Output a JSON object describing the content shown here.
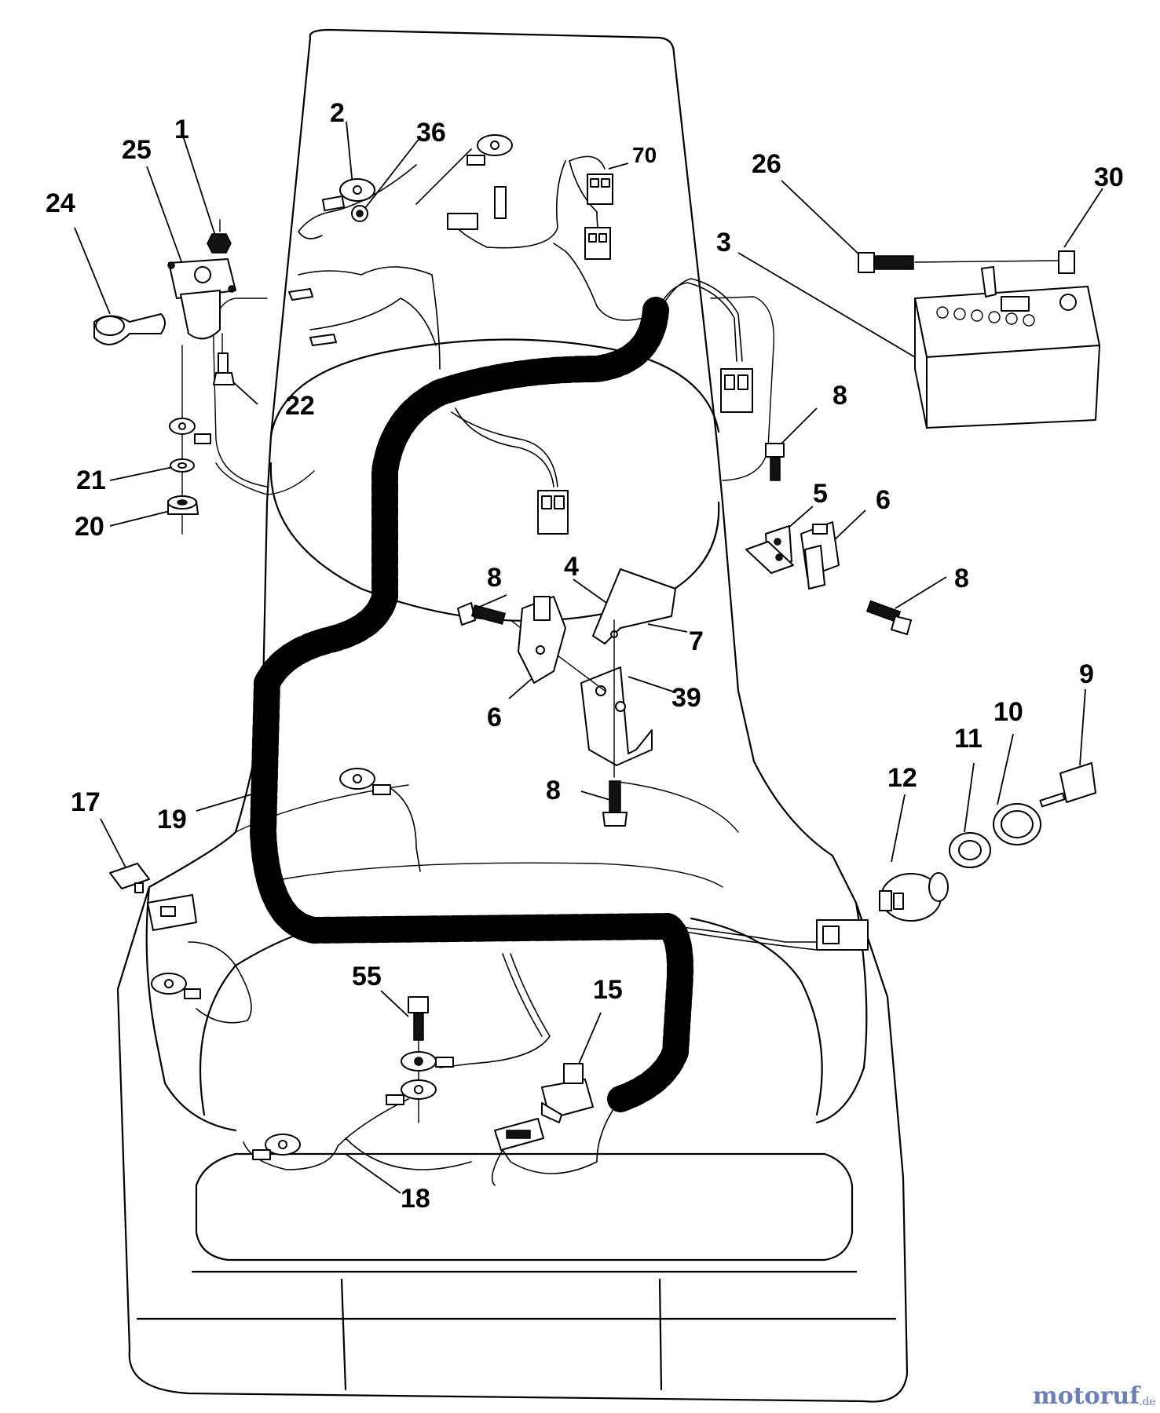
{
  "callouts": {
    "c1": "1",
    "c2": "2",
    "c3": "3",
    "c4": "4",
    "c5": "5",
    "c6a": "6",
    "c6b": "6",
    "c7": "7",
    "c8a": "8",
    "c8b": "8",
    "c8c": "8",
    "c8d": "8",
    "c9": "9",
    "c10": "10",
    "c11": "11",
    "c12": "12",
    "c15": "15",
    "c17": "17",
    "c18": "18",
    "c19": "19",
    "c20": "20",
    "c21": "21",
    "c22": "22",
    "c24": "24",
    "c25": "25",
    "c26": "26",
    "c30": "30",
    "c36": "36",
    "c39": "39",
    "c55": "55",
    "c70": "70"
  },
  "watermark": {
    "brand": "motoruf",
    "suffix": ".de"
  }
}
